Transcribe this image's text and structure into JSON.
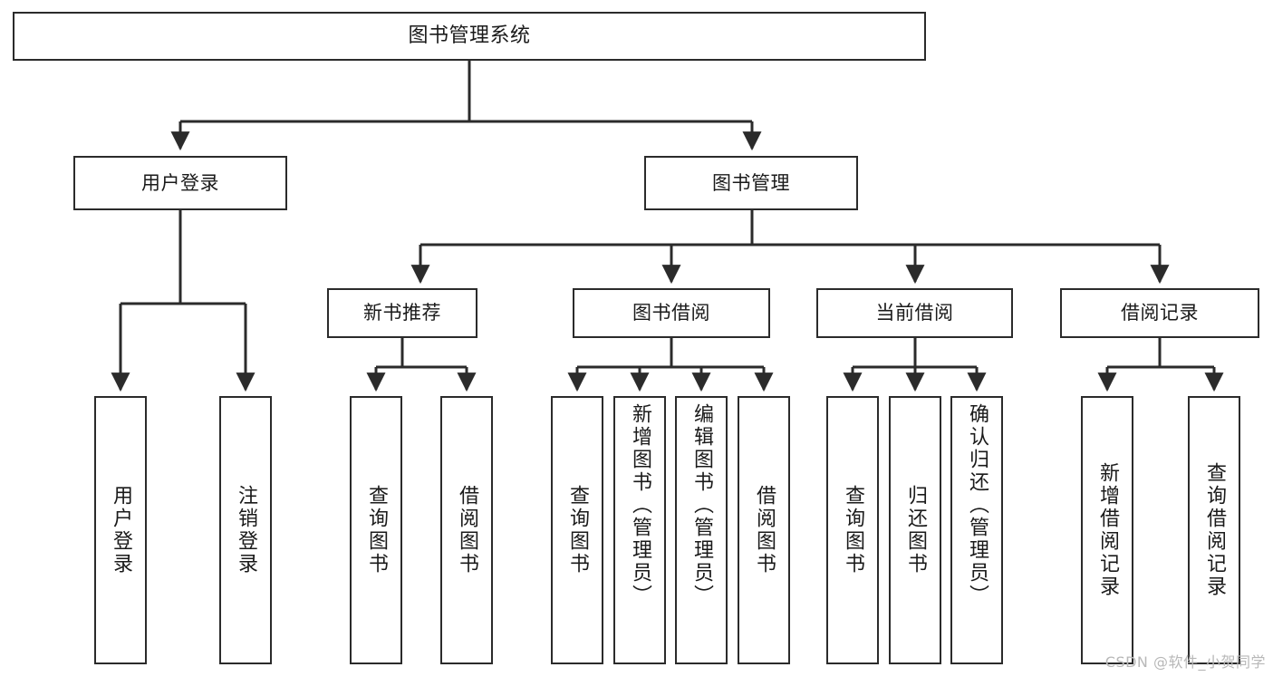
{
  "diagram": {
    "title": "图书管理系统",
    "type": "tree",
    "colors": {
      "stroke": "#2b2b2b",
      "fill": "#ffffff",
      "text": "#1a1a1a",
      "watermark": "#b8b8b8"
    },
    "watermark": "CSDN @软件_小贺同学"
  },
  "nodes": {
    "root": {
      "label": "图书管理系统"
    },
    "level2": [
      {
        "id": "user-login",
        "label": "用户登录"
      },
      {
        "id": "book-manage",
        "label": "图书管理"
      }
    ],
    "level3": [
      {
        "id": "new-book-recommend",
        "label": "新书推荐"
      },
      {
        "id": "book-borrow",
        "label": "图书借阅"
      },
      {
        "id": "current-borrow",
        "label": "当前借阅"
      },
      {
        "id": "borrow-record",
        "label": "借阅记录"
      }
    ],
    "leaves": {
      "user-login": [
        {
          "id": "leaf-user-login",
          "label": "用户登录"
        },
        {
          "id": "leaf-user-logout",
          "label": "注销登录"
        }
      ],
      "new-book-recommend": [
        {
          "id": "leaf-query-book-1",
          "label": "查询图书"
        },
        {
          "id": "leaf-borrow-book-1",
          "label": "借阅图书"
        }
      ],
      "book-borrow": [
        {
          "id": "leaf-query-book-2",
          "label": "查询图书"
        },
        {
          "id": "leaf-add-book",
          "label": "新增图书（管理员）"
        },
        {
          "id": "leaf-edit-book",
          "label": "编辑图书（管理员）"
        },
        {
          "id": "leaf-borrow-book-2",
          "label": "借阅图书"
        }
      ],
      "current-borrow": [
        {
          "id": "leaf-query-book-3",
          "label": "查询图书"
        },
        {
          "id": "leaf-return-book",
          "label": "归还图书"
        },
        {
          "id": "leaf-confirm-return",
          "label": "确认归还（管理员）"
        }
      ],
      "borrow-record": [
        {
          "id": "leaf-add-record",
          "label": "新增借阅记录"
        },
        {
          "id": "leaf-query-record",
          "label": "查询借阅记录"
        }
      ]
    }
  }
}
